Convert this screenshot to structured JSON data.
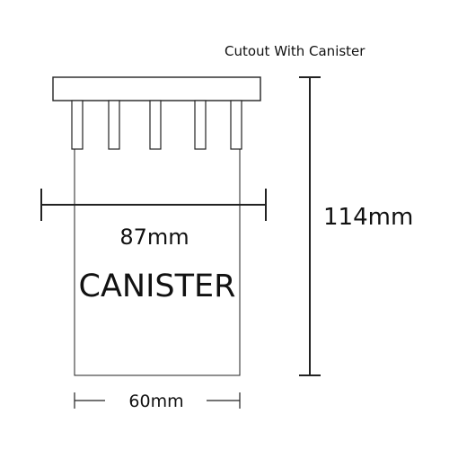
{
  "diagram": {
    "title": "Cutout With Canister",
    "dimensions": {
      "height": "114mm",
      "width_top": "87mm",
      "width_bottom": "60mm"
    },
    "body_label": "CANISTER",
    "pin_count": 5
  },
  "colors": {
    "stroke": "#222222",
    "text": "#111111",
    "background": "#ffffff"
  }
}
